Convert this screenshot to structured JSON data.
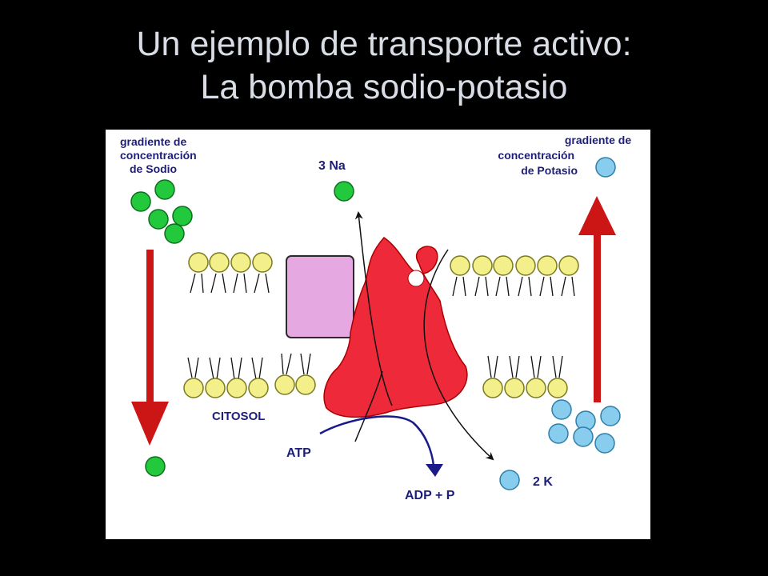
{
  "slide": {
    "title_line1": "Un ejemplo de transporte activo:",
    "title_line2": "La bomba sodio-potasio"
  },
  "diagram": {
    "sodium_gradient": [
      "gradiente de",
      "concentración",
      "de Sodio"
    ],
    "potassium_gradient": [
      "gradiente de",
      "concentración",
      "de Potasio"
    ],
    "sodium_label": "3 Na",
    "potassium_label": "2 K",
    "cytosol_label": "CITOSOL",
    "atp_label": "ATP",
    "adp_label": "ADP + P"
  },
  "colors": {
    "sodium": "#22c93c",
    "potassium": "#88ccee",
    "gradient_arrow": "#cc1515",
    "pump": "#ee2a3a",
    "channel": "#e6a8e0",
    "phospholipid_head": "#f3ef8a",
    "atp_arrow": "#1a1a88"
  }
}
